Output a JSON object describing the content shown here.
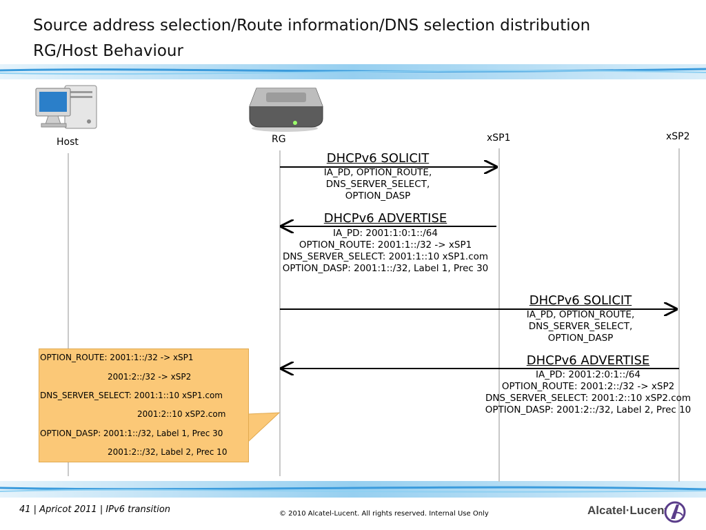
{
  "slide": {
    "title_line1": "Source address selection/Route information/DNS selection distribution",
    "title_line2": "RG/Host Behaviour"
  },
  "entities": {
    "host": "Host",
    "rg": "RG",
    "xsp1": "xSP1",
    "xsp2": "xSP2"
  },
  "messages": [
    {
      "title": "DHCPv6 SOLICIT",
      "details": [
        "IA_PD, OPTION_ROUTE,",
        "DNS_SERVER_SELECT,",
        "OPTION_DASP"
      ]
    },
    {
      "title": "DHCPv6 ADVERTISE",
      "details": [
        "IA_PD: 2001:1:0:1::/64",
        "OPTION_ROUTE: 2001:1::/32  -> xSP1",
        "DNS_SERVER_SELECT: 2001:1::10  xSP1.com",
        "OPTION_DASP: 2001:1::/32, Label 1, Prec 30"
      ]
    },
    {
      "title": "DHCPv6 SOLICIT",
      "details": [
        "IA_PD, OPTION_ROUTE,",
        "DNS_SERVER_SELECT,",
        "OPTION_DASP"
      ]
    },
    {
      "title": "DHCPv6 ADVERTISE",
      "details": [
        "IA_PD: 2001:2:0:1::/64",
        "OPTION_ROUTE: 2001:2::/32  -> xSP2",
        "DNS_SERVER_SELECT: 2001:2::10  xSP2.com",
        "OPTION_DASP: 2001:2::/32, Label 2, Prec 10"
      ]
    }
  ],
  "callout": {
    "lines": [
      "OPTION_ROUTE: 2001:1::/32  -> xSP1",
      "2001:2::/32  -> xSP2",
      "DNS_SERVER_SELECT: 2001:1::10  xSP1.com",
      "2001:2::10  xSP2.com",
      "OPTION_DASP: 2001:1::/32, Label 1, Prec 30",
      "2001:2::/32, Label 2, Prec 10"
    ]
  },
  "footer": {
    "left": "41 | Apricot 2011 | IPv6 transition",
    "center": "© 2010 Alcatel-Lucent. All rights reserved. Internal Use Only",
    "logo": "Alcatel·Lucent"
  },
  "colors": {
    "band": "#4aa3df",
    "note_fill": "#fbc877",
    "lifeline": "#c8c8c8"
  }
}
